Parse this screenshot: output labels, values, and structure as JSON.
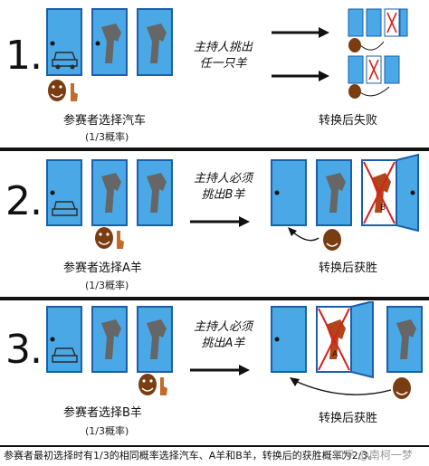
{
  "panels": [
    {
      "number": "1.",
      "player_choice": "参赛者选择汽车",
      "probability": "(1/3概率)",
      "host_action": [
        "主持人挑出",
        "任一只羊"
      ],
      "result": "转换后失败"
    },
    {
      "number": "2.",
      "player_choice": "参赛者选择A羊",
      "probability": "(1/3概率)",
      "host_action": [
        "主持人必须",
        "挑出B羊"
      ],
      "result": "转换后获胜"
    },
    {
      "number": "3.",
      "player_choice": "参赛者选择B羊",
      "probability": "(1/3概率)",
      "host_action": [
        "主持人必须",
        "挑出A羊"
      ],
      "result": "转换后获胜"
    }
  ],
  "door_letters": {
    "a": "A",
    "b": "B"
  },
  "footer": "参赛者最初选择时有1/3的相同概率选择汽车、A羊和B羊，转换后的获胜概率为2/3。",
  "watermark": "知乎 @南柯一梦",
  "colors": {
    "door": "#4aa8e6",
    "door_dark": "#1b5fa8",
    "goat": "#666666",
    "goat_revealed": "#b0471b",
    "cross": "#d9201c",
    "face": "#7a3d12"
  }
}
